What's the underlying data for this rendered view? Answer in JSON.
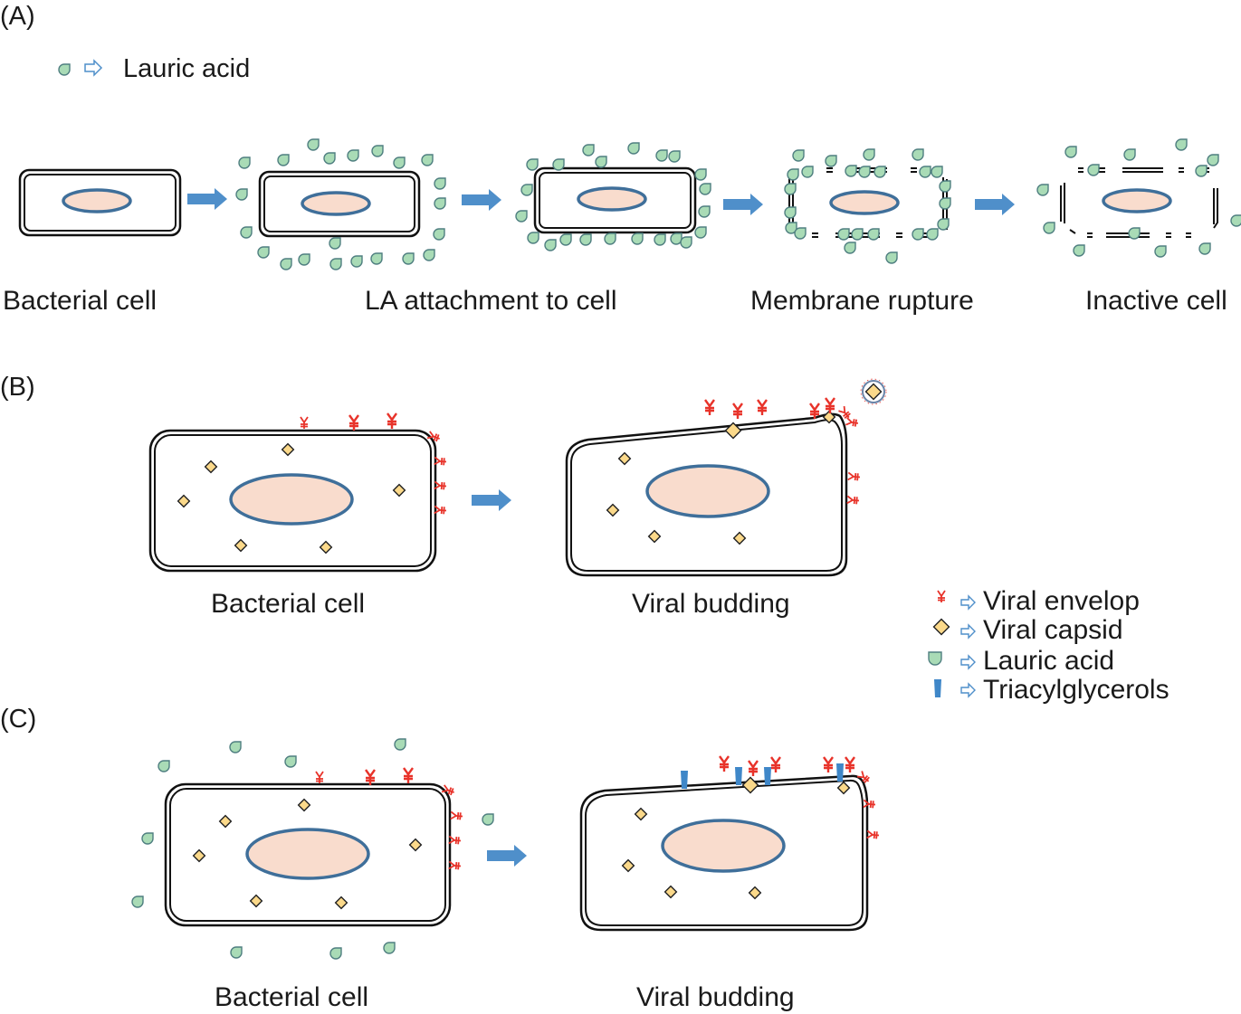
{
  "figure": {
    "panels": [
      {
        "id": "A",
        "label": "(A)",
        "legend": {
          "symbol": "lauric-acid",
          "text": "Lauric acid"
        },
        "stages": [
          {
            "caption": "Bacterial cell"
          },
          {
            "caption": "LA attachment to cell"
          },
          {
            "caption": "Membrane rupture"
          },
          {
            "caption": "Inactive cell"
          }
        ]
      },
      {
        "id": "B",
        "label": "(B)",
        "stages": [
          {
            "caption": "Bacterial cell"
          },
          {
            "caption": "Viral budding"
          }
        ]
      },
      {
        "id": "C",
        "label": "(C)",
        "stages": [
          {
            "caption": "Bacterial cell"
          },
          {
            "caption": "Viral budding"
          }
        ]
      }
    ],
    "legend": [
      {
        "symbol": "viral-envelope",
        "text": "Viral envelop"
      },
      {
        "symbol": "viral-capsid",
        "text": "Viral capsid"
      },
      {
        "symbol": "lauric-acid",
        "text": "Lauric acid"
      },
      {
        "symbol": "triacylglycerol",
        "text": "Triacylglycerols"
      }
    ],
    "colors": {
      "cell_outline": "#111111",
      "nucleus_fill": "#f9dccd",
      "nucleus_stroke": "#3f6f9a",
      "lauric_acid_fill": "#a9dbb6",
      "lauric_acid_stroke": "#4f7f80",
      "arrow": "#4f8fca",
      "envelope": "#e8332a",
      "capsid_fill": "#fbd98a",
      "capsid_stroke": "#222222",
      "tag": "#3f87c8"
    }
  }
}
